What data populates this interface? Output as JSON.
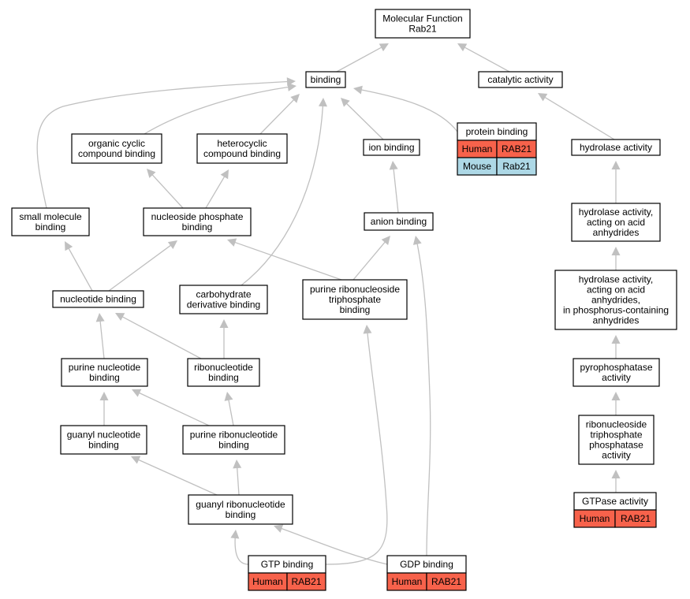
{
  "colors": {
    "human": "#f7624b",
    "mouse": "#add8e6",
    "edge": "#c0c0c0"
  },
  "nodes": [
    {
      "id": "mf",
      "lines": [
        "Molecular Function",
        "Rab21"
      ]
    },
    {
      "id": "binding",
      "lines": [
        "binding"
      ]
    },
    {
      "id": "catalytic",
      "lines": [
        "catalytic activity"
      ]
    },
    {
      "id": "organic",
      "lines": [
        "organic cyclic",
        "compound binding"
      ]
    },
    {
      "id": "hetero",
      "lines": [
        "heterocyclic",
        "compound binding"
      ]
    },
    {
      "id": "ion",
      "lines": [
        "ion binding"
      ]
    },
    {
      "id": "protein",
      "lines": [
        "protein binding"
      ],
      "species": [
        [
          "Human",
          "RAB21"
        ],
        [
          "Mouse",
          "Rab21"
        ]
      ]
    },
    {
      "id": "hydrolase",
      "lines": [
        "hydrolase activity"
      ]
    },
    {
      "id": "smallmol",
      "lines": [
        "small molecule",
        "binding"
      ]
    },
    {
      "id": "nucphos",
      "lines": [
        "nucleoside phosphate",
        "binding"
      ]
    },
    {
      "id": "anion",
      "lines": [
        "anion binding"
      ]
    },
    {
      "id": "hydacid",
      "lines": [
        "hydrolase activity,",
        "acting on acid",
        "anhydrides"
      ]
    },
    {
      "id": "nucleotide",
      "lines": [
        "nucleotide binding"
      ]
    },
    {
      "id": "carb",
      "lines": [
        "carbohydrate",
        "derivative binding"
      ]
    },
    {
      "id": "prtp",
      "lines": [
        "purine ribonucleoside",
        "triphosphate",
        "binding"
      ]
    },
    {
      "id": "hydphos",
      "lines": [
        "hydrolase activity,",
        "acting on acid",
        "anhydrides,",
        "in phosphorus-containing",
        "anhydrides"
      ]
    },
    {
      "id": "purnuc",
      "lines": [
        "purine nucleotide",
        "binding"
      ]
    },
    {
      "id": "ribonuc",
      "lines": [
        "ribonucleotide",
        "binding"
      ]
    },
    {
      "id": "pyro",
      "lines": [
        "pyrophosphatase",
        "activity"
      ]
    },
    {
      "id": "guanyl",
      "lines": [
        "guanyl nucleotide",
        "binding"
      ]
    },
    {
      "id": "purribo",
      "lines": [
        "purine ribonucleotide",
        "binding"
      ]
    },
    {
      "id": "rntpase",
      "lines": [
        "ribonucleoside",
        "triphosphate",
        "phosphatase",
        "activity"
      ]
    },
    {
      "id": "guanylribo",
      "lines": [
        "guanyl ribonucleotide",
        "binding"
      ]
    },
    {
      "id": "gtpase",
      "lines": [
        "GTPase activity"
      ],
      "species": [
        [
          "Human",
          "RAB21"
        ]
      ]
    },
    {
      "id": "gtp",
      "lines": [
        "GTP binding"
      ],
      "species": [
        [
          "Human",
          "RAB21"
        ]
      ]
    },
    {
      "id": "gdp",
      "lines": [
        "GDP binding"
      ],
      "species": [
        [
          "Human",
          "RAB21"
        ]
      ]
    }
  ],
  "edges": [
    [
      "binding",
      "mf"
    ],
    [
      "catalytic",
      "mf"
    ],
    [
      "organic",
      "binding"
    ],
    [
      "hetero",
      "binding"
    ],
    [
      "ion",
      "binding"
    ],
    [
      "protein",
      "binding"
    ],
    [
      "smallmol",
      "binding"
    ],
    [
      "carb",
      "binding"
    ],
    [
      "hydrolase",
      "catalytic"
    ],
    [
      "nucphos",
      "organic"
    ],
    [
      "nucphos",
      "hetero"
    ],
    [
      "anion",
      "ion"
    ],
    [
      "hydacid",
      "hydrolase"
    ],
    [
      "nucleotide",
      "smallmol"
    ],
    [
      "nucleotide",
      "nucphos"
    ],
    [
      "prtp",
      "nucphos"
    ],
    [
      "prtp",
      "anion"
    ],
    [
      "hydphos",
      "hydacid"
    ],
    [
      "ribonuc",
      "nucleotide"
    ],
    [
      "purnuc",
      "nucleotide"
    ],
    [
      "ribonuc",
      "carb"
    ],
    [
      "pyro",
      "hydphos"
    ],
    [
      "guanyl",
      "purnuc"
    ],
    [
      "purribo",
      "purnuc"
    ],
    [
      "purribo",
      "ribonuc"
    ],
    [
      "rntpase",
      "pyro"
    ],
    [
      "guanylribo",
      "guanyl"
    ],
    [
      "guanylribo",
      "purribo"
    ],
    [
      "gtpase",
      "rntpase"
    ],
    [
      "gtp",
      "guanylribo"
    ],
    [
      "gdp",
      "guanylribo"
    ],
    [
      "gtp",
      "prtp"
    ],
    [
      "gdp",
      "anion"
    ]
  ]
}
